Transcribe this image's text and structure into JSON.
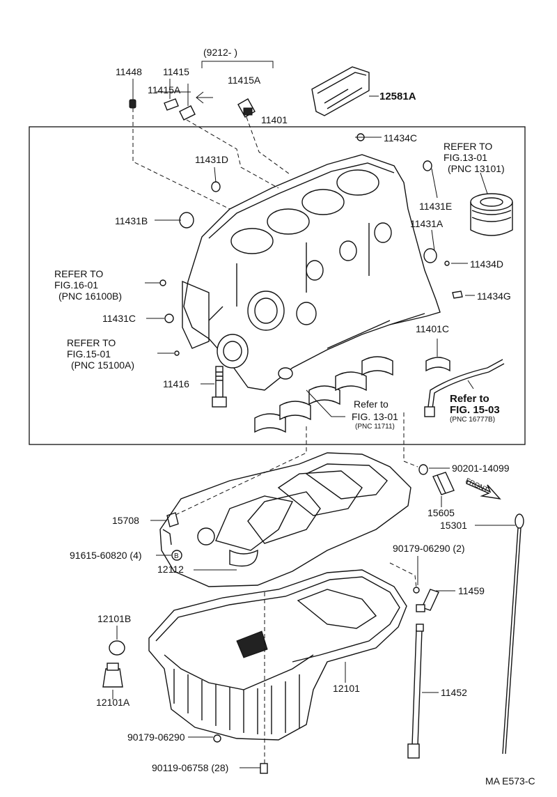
{
  "group_bracket": "(9212-       )",
  "labels": {
    "p11448": "11448",
    "p11415": "11415",
    "p11415A_left": "11415A",
    "p11415A_right": "11415A",
    "p12581A": "12581A",
    "p11401": "11401",
    "p11434C": "11434C",
    "p11431D": "11431D",
    "ref_piston_1": "REFER TO",
    "ref_piston_2": "FIG.13-01",
    "ref_piston_3": "(PNC 13101)",
    "p11431E": "11431E",
    "p11431B": "11431B",
    "p11431A": "11431A",
    "p11434D": "11434D",
    "ref16_1": "REFER TO",
    "ref16_2": "FIG.16-01",
    "ref16_3": "(PNC 16100B)",
    "p11434G": "11434G",
    "p11431C": "11431C",
    "p11401C": "11401C",
    "ref15_1": "REFER TO",
    "ref15_2": "FIG.15-01",
    "ref15_3": "(PNC 15100A)",
    "p11416": "11416",
    "ref1503_1": "Refer to",
    "ref1503_2": "FIG. 15-03",
    "ref1503_3": "(PNC 16777B)",
    "ref1301_1": "Refer to",
    "ref1301_2": "FIG. 13-01",
    "ref1301_3": "(PNC 11711)",
    "p90201": "90201-14099",
    "front": "FRONT",
    "p15605": "15605",
    "p15708": "15708",
    "p15301": "15301",
    "p91615": "91615-60820 (4)",
    "circle_b": "B",
    "p90179a": "90179-06290 (2)",
    "p12112": "12112",
    "p11459": "11459",
    "p12101B": "12101B",
    "p12101": "12101",
    "p11452": "11452",
    "p12101A": "12101A",
    "p90179b": "90179-06290",
    "p90119": "90119-06758 (28)",
    "code": "MA E573-C"
  }
}
